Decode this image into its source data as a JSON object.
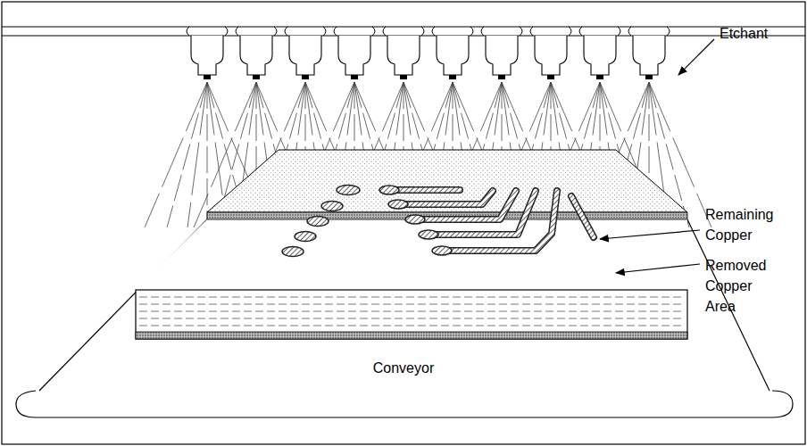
{
  "diagram": {
    "labels": [
      "Etchant",
      "Remaining Copper",
      "Removed Copper Area",
      "Conveyor"
    ]
  }
}
